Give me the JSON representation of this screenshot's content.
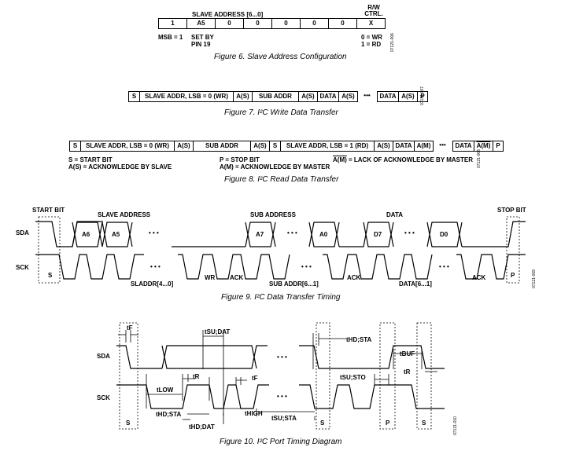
{
  "fig6": {
    "header": "SLAVE ADDRESS [6...0]",
    "rw_header": "R/W CTRL.",
    "cells": [
      "1",
      "A5",
      "0",
      "0",
      "0",
      "0",
      "0",
      "X"
    ],
    "msb_note": "MSB = 1",
    "set_by": "SET BY",
    "pin": "PIN 19",
    "wr": "0 = WR",
    "rd": "1 = RD",
    "id": "07121-006",
    "caption": "Figure 6. Slave Address Configuration"
  },
  "fig7": {
    "cells": [
      "S",
      "SLAVE ADDR, LSB = 0 (WR)",
      "A(S)",
      "SUB ADDR",
      "A(S)",
      "DATA",
      "A(S)",
      "•••",
      "DATA",
      "A(S)",
      "P"
    ],
    "id": "07121-007",
    "caption": "Figure 7. I²C Write Data Transfer"
  },
  "fig8": {
    "cells": [
      "S",
      "SLAVE ADDR, LSB = 0 (WR)",
      "A(S)",
      "SUB ADDR",
      "A(S)",
      "S",
      "SLAVE ADDR, LSB = 1 (RD)",
      "A(S)",
      "DATA",
      "A(M)",
      "•••",
      "DATA",
      "A(M)",
      "P"
    ],
    "legend": [
      "S = START BIT",
      "A(S) = ACKNOWLEDGE BY SLAVE",
      "P = STOP BIT",
      "A(M) = ACKNOWLEDGE BY MASTER",
      "A(M)",
      "=  LACK OF ACKNOWLEDGE BY MASTER"
    ],
    "id": "07121-008",
    "caption": "Figure 8. I²C Read Data Transfer"
  },
  "fig9": {
    "labels": [
      "START BIT",
      "SLAVE ADDRESS",
      "SUB ADDRESS",
      "DATA",
      "STOP BIT",
      "SDA",
      "SCK"
    ],
    "data_bits": [
      "A6",
      "A5",
      "A7",
      "A0",
      "D7",
      "D0"
    ],
    "bottom": [
      "S",
      "SLADDR[4...0]",
      "WR",
      "ACK",
      "SUB ADDR[6...1]",
      "ACK",
      "DATA[6...1]",
      "ACK",
      "P"
    ],
    "dots": "• • •",
    "id": "07121-009",
    "caption": "Figure 9. I²C Data Transfer Timing"
  },
  "fig10": {
    "labels": [
      "SDA",
      "SCK"
    ],
    "timings": [
      "tF",
      "tSU;DAT",
      "tHD;STA",
      "tLOW",
      "tR",
      "tBUF",
      "tR",
      "tSU;STO",
      "tF",
      "tHD;STA",
      "tHD;DAT",
      "tHIGH",
      "tSU;STA"
    ],
    "bottom": [
      "S",
      "S",
      "P",
      "S"
    ],
    "dots": "• • •",
    "id": "07121-010",
    "caption": "Figure 10. I²C Port Timing Diagram"
  }
}
